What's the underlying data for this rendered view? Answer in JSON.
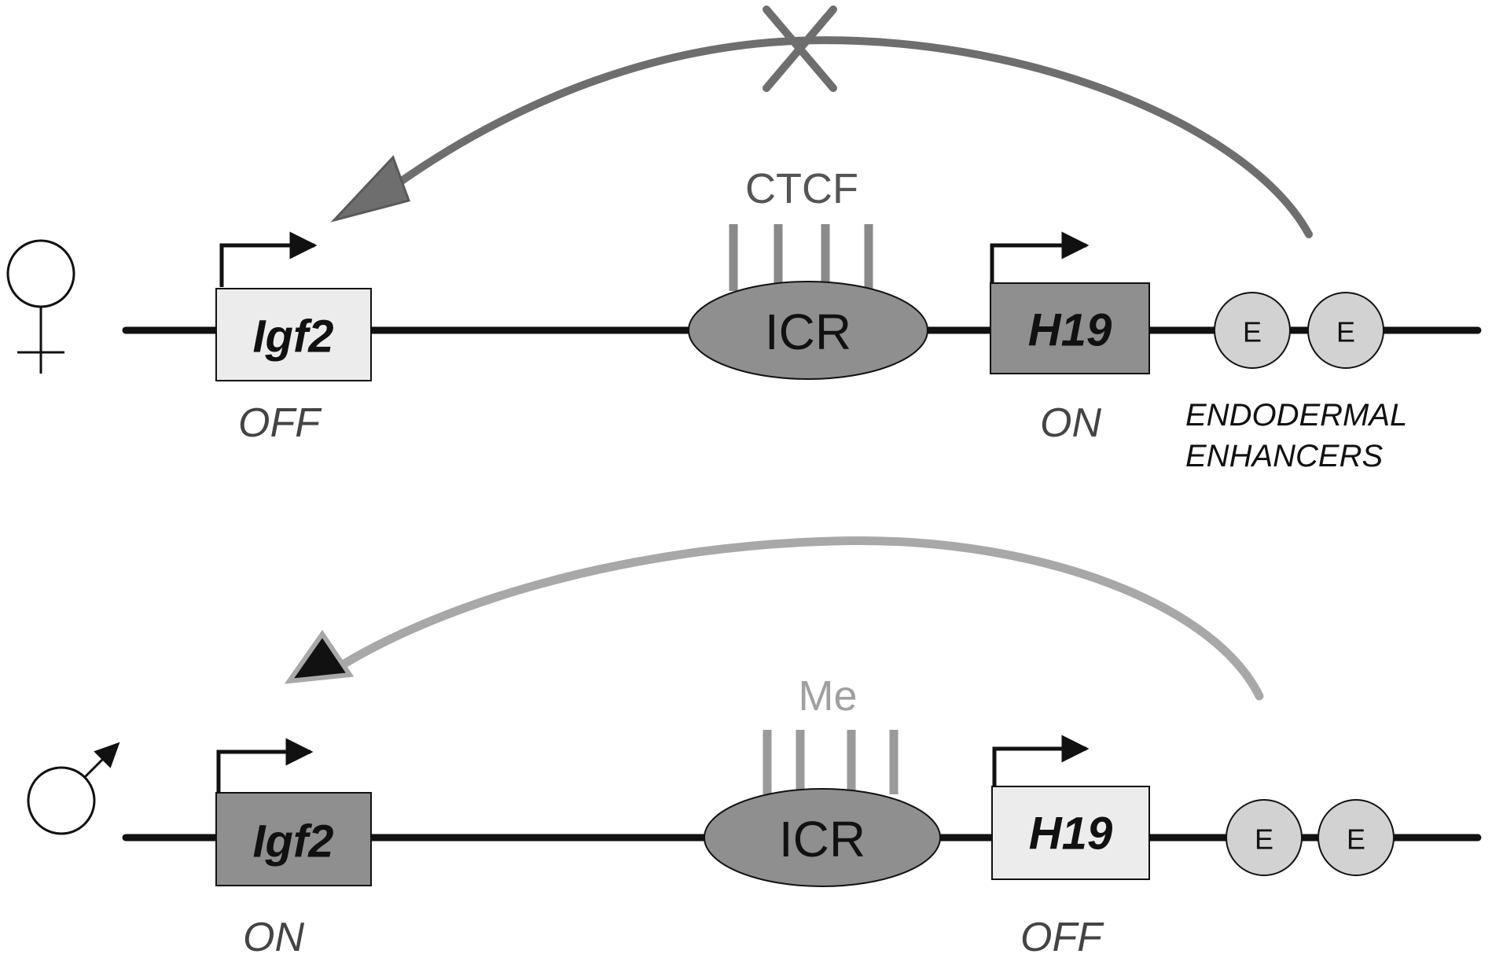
{
  "colors": {
    "dna": "#111111",
    "box_on": "#8f8f8f",
    "box_off": "#ececec",
    "icr": "#8f8f8f",
    "enhancer": "#d2d2d2",
    "ctcf_bar": "#8a8a8a",
    "me_bar": "#9a9a9a",
    "arrow_blocked": "#6e6e6e",
    "arrow_active": "#a8a8a8",
    "ctcf_text": "#555555",
    "me_text": "#a0a0a0"
  },
  "maternal": {
    "symbol": "♀",
    "igf2": {
      "name": "Igf2",
      "state": "OFF"
    },
    "icr": {
      "name": "ICR"
    },
    "factor": "CTCF",
    "h19": {
      "name": "H19",
      "state": "ON"
    },
    "enhancers": [
      "E",
      "E"
    ],
    "enhancer_caption_line1": "ENDODERMAL",
    "enhancer_caption_line2": "ENHANCERS",
    "blocked_mark": "✕"
  },
  "paternal": {
    "symbol": "♂",
    "igf2": {
      "name": "Igf2",
      "state": "ON"
    },
    "icr": {
      "name": "ICR"
    },
    "factor": "Me",
    "h19": {
      "name": "H19",
      "state": "OFF"
    },
    "enhancers": [
      "E",
      "E"
    ]
  }
}
